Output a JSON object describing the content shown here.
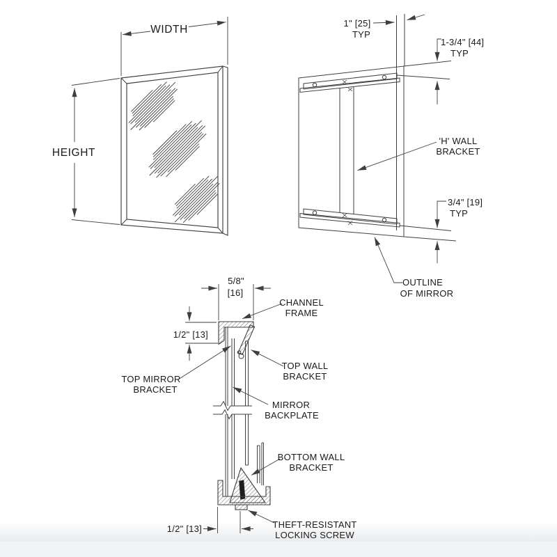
{
  "drawing": {
    "colors": {
      "line": "#3f3f3f",
      "text": "#1a1a1a",
      "background": "#ffffff"
    },
    "front_view": {
      "width_label": "WIDTH",
      "height_label": "HEIGHT"
    },
    "rear_view": {
      "edge_offset_dim": {
        "l1": "1\" [25]",
        "l2": "TYP"
      },
      "top_bracket_dim": {
        "l1": "1-3/4\" [44]",
        "l2": "TYP"
      },
      "h_bracket_label": {
        "l1": "'H' WALL",
        "l2": "BRACKET"
      },
      "bottom_bracket_dim": {
        "l1": "3/4\" [19]",
        "l2": "TYP"
      },
      "outline_label": {
        "l1": "OUTLINE",
        "l2": "OF MIRROR"
      }
    },
    "section_view": {
      "depth_dim": {
        "l1": "5/8\"",
        "l2": "[16]"
      },
      "channel_frame_label": {
        "l1": "CHANNEL",
        "l2": "FRAME"
      },
      "top_lip_dim": "1/2\" [13]",
      "top_mirror_bracket_label": {
        "l1": "TOP MIRROR",
        "l2": "BRACKET"
      },
      "top_wall_bracket_label": {
        "l1": "TOP WALL",
        "l2": "BRACKET"
      },
      "mirror_backplate_label": {
        "l1": "MIRROR",
        "l2": "BACKPLATE"
      },
      "bottom_wall_bracket_label": {
        "l1": "BOTTOM WALL",
        "l2": "BRACKET"
      },
      "theft_screw_label": {
        "l1": "THEFT-RESISTANT",
        "l2": "LOCKING SCREW"
      },
      "bottom_lip_dim": "1/2\" [13]"
    }
  }
}
